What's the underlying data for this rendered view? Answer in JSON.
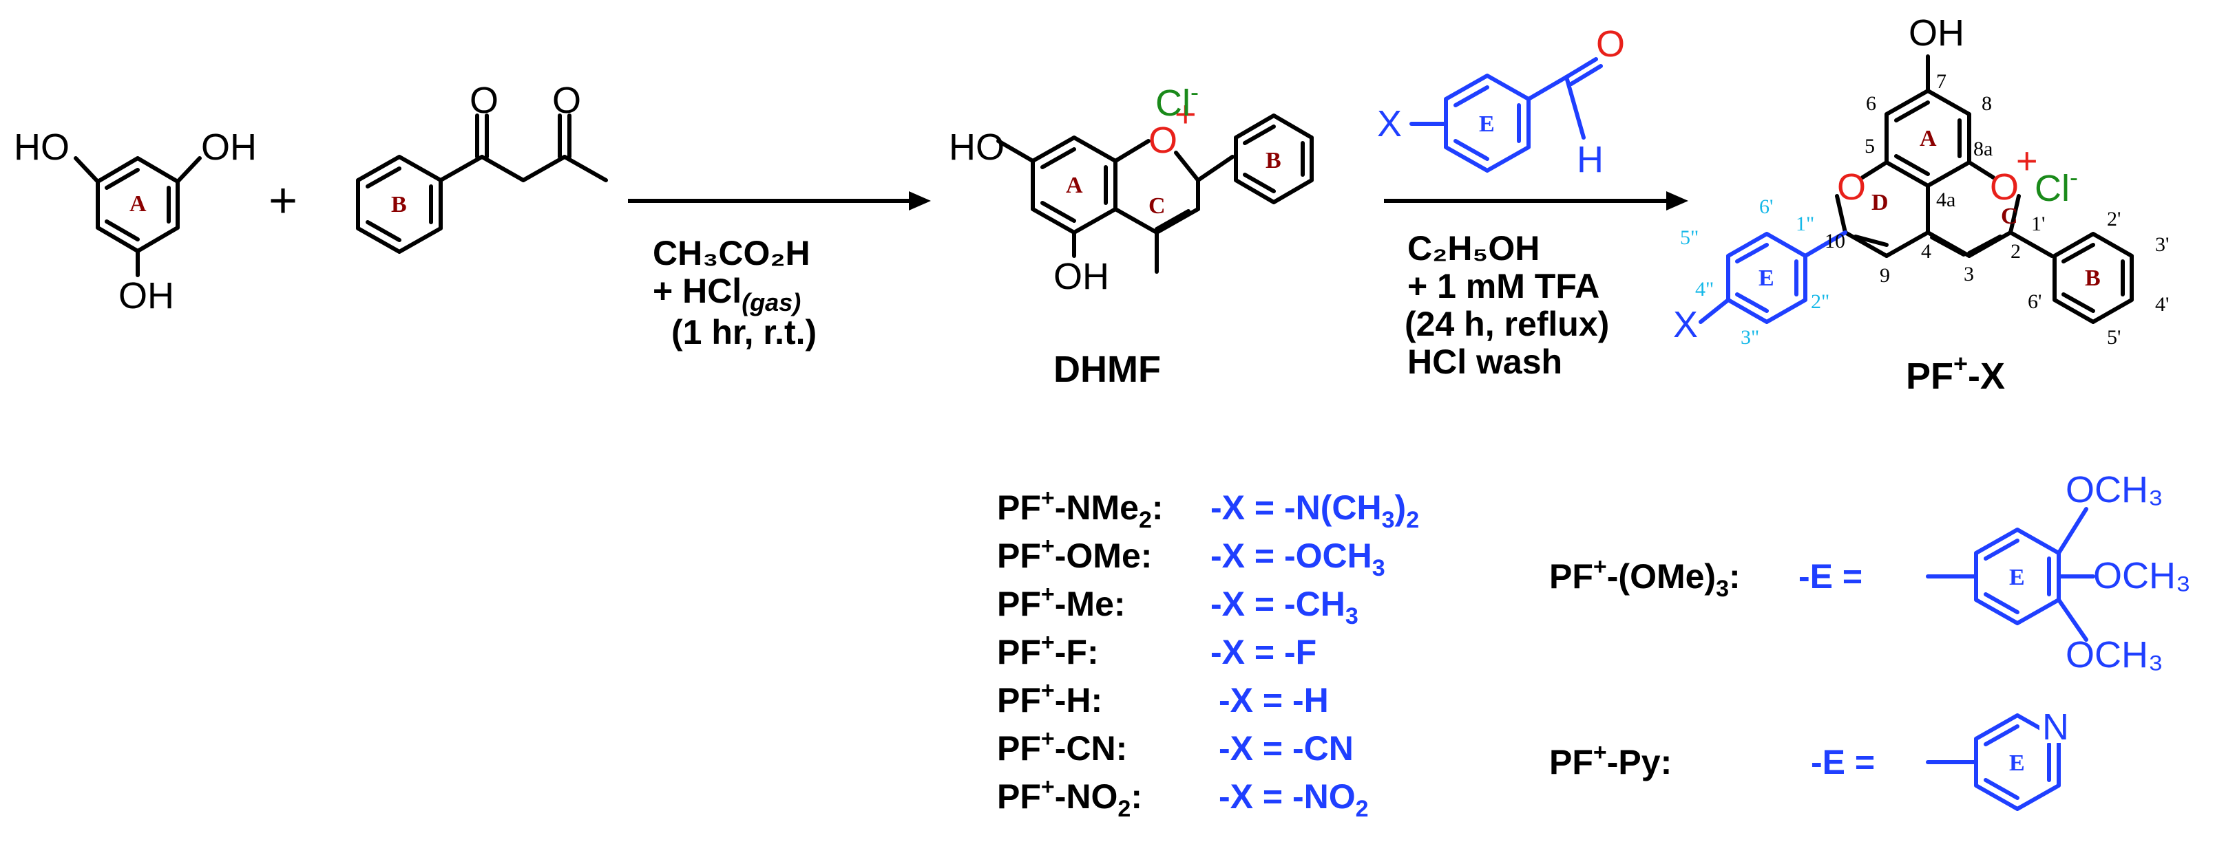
{
  "reactant1": {
    "ho_left": "HO",
    "oh_right": "OH",
    "oh_bottom": "OH",
    "ring": "A"
  },
  "plus_sign": "+",
  "reactant2": {
    "o1": "O",
    "o2": "O",
    "ring": "B"
  },
  "step1": {
    "line1": "CH₃CO₂H",
    "line2_prefix": "+ HCl",
    "line2_sub": "(gas)",
    "line3": "(1 hr, r.t.)"
  },
  "dhmf": {
    "name": "DHMF",
    "chloride": "Cl",
    "minus": "-",
    "oxygen": "O",
    "plus": "+",
    "ho_top": "HO",
    "oh_bottom": "OH",
    "ring_a": "A",
    "ring_b": "B",
    "ring_c": "C"
  },
  "aldehyde": {
    "x": "X",
    "ring": "E",
    "o": "O",
    "h": "H"
  },
  "step2": {
    "line1": "C₂H₅OH",
    "line2": "+ 1 mM TFA",
    "line3": "(24 h, reflux)",
    "line4": "HCl wash"
  },
  "product": {
    "name_prefix": "PF",
    "name_plus": "+",
    "name_suffix": "-X",
    "oh": "OH",
    "o_pyran": "O",
    "o_pyrylium": "O",
    "plus": "+",
    "chloride": "Cl",
    "minus": "-",
    "x": "X",
    "rings": {
      "a": "A",
      "b": "B",
      "c": "C",
      "d": "D",
      "e": "E"
    },
    "numbers": [
      "7",
      "6",
      "8",
      "5",
      "8a",
      "4a",
      "10",
      "9",
      "4",
      "3",
      "2",
      "1'",
      "2'",
      "3'",
      "4'",
      "5'",
      "6'"
    ],
    "cyan_numbers": [
      "6'",
      "5\"",
      "1\"",
      "4\"",
      "2\"",
      "3\""
    ]
  },
  "legend_x": [
    {
      "name": "PF",
      "sup": "+",
      "suffix": "-NMe",
      "sub": "2",
      "tail": ":",
      "value": "-X = -N(CH",
      "vsub": "3",
      "vtail": ")",
      "vsub2": "2"
    },
    {
      "name": "PF",
      "sup": "+",
      "suffix": "-OMe:",
      "value": "-X = -OCH",
      "vsub": "3"
    },
    {
      "name": "PF",
      "sup": "+",
      "suffix": "-Me:",
      "value": "-X = -CH",
      "vsub": "3"
    },
    {
      "name": "PF",
      "sup": "+",
      "suffix": "-F:",
      "value": "-X = -F"
    },
    {
      "name": "PF",
      "sup": "+",
      "suffix": "-H:",
      "value": "-X = -H"
    },
    {
      "name": "PF",
      "sup": "+",
      "suffix": "-CN:",
      "value": "-X = -CN"
    },
    {
      "name": "PF",
      "sup": "+",
      "suffix": "-NO",
      "sub": "2",
      "tail": ":",
      "value": "-X = -NO",
      "vsub": "2"
    }
  ],
  "legend_e": {
    "trimethoxy": {
      "name": "PF",
      "sup": "+",
      "suffix": "-(OMe)",
      "sub": "3",
      "tail": ":",
      "value": "-E =",
      "ring": "E",
      "ome_top": "OCH₃",
      "ome_mid": "OCH₃",
      "ome_bot": "OCH₃"
    },
    "pyridyl": {
      "name": "PF",
      "sup": "+",
      "suffix": "-Py:",
      "value": "-E =",
      "ring": "E",
      "n": "N"
    }
  }
}
